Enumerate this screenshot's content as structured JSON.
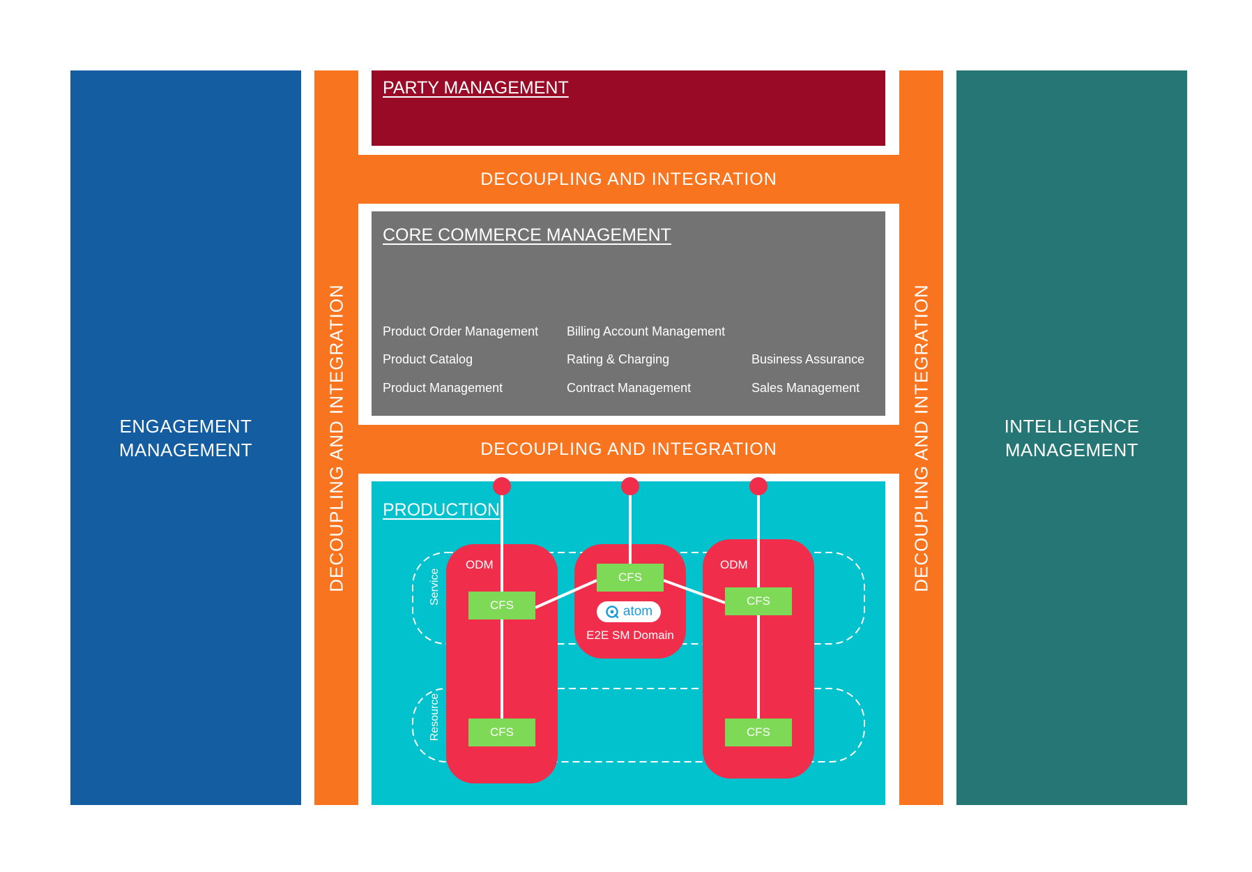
{
  "colors": {
    "engagement": "#145da0",
    "decoupling": "#f8741f",
    "party": "#990a27",
    "core": "#737373",
    "production": "#02c3cd",
    "intelligence": "#267675",
    "domain": "#f02d4a",
    "cfs": "#7ed957"
  },
  "engagement": {
    "line1": "ENGAGEMENT",
    "line2": "MANAGEMENT"
  },
  "intelligence": {
    "line1": "INTELLIGENCE",
    "line2": "MANAGEMENT"
  },
  "decoupling": {
    "left": "DECOUPLING AND INTEGRATION",
    "right": "DECOUPLING AND INTEGRATION",
    "top": "DECOUPLING AND INTEGRATION",
    "middle": "DECOUPLING AND INTEGRATION"
  },
  "party": {
    "title": "PARTY MANAGEMENT"
  },
  "core": {
    "title": "CORE COMMERCE MANAGEMENT",
    "capabilities": [
      "Product Order Management",
      "Billing Account Management",
      "Product Catalog",
      "Rating & Charging",
      "Business Assurance",
      "Product Management",
      "Contract Management",
      "Sales Management"
    ]
  },
  "production": {
    "title": "PRODUCTION",
    "layers": {
      "service": "Service",
      "resource": "Resource"
    },
    "odm_left": "ODM",
    "odm_right": "ODM",
    "cfs_labels": [
      "CFS",
      "CFS",
      "CFS",
      "CFS",
      "CFS"
    ],
    "center_domain": "E2E SM Domain",
    "logo_text": "atom",
    "logo_icon": "atom-logo-icon"
  }
}
